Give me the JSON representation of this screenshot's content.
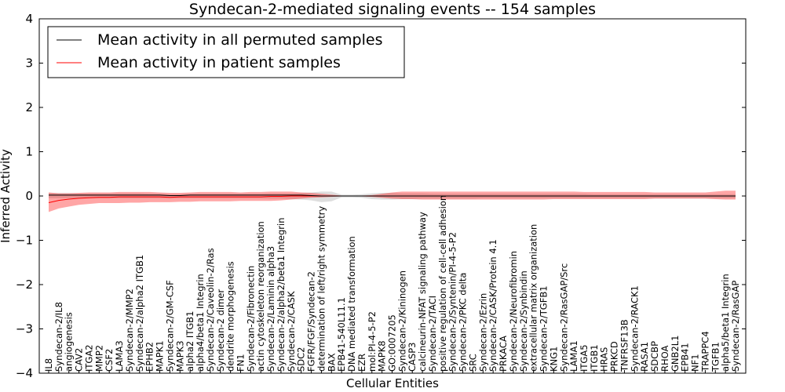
{
  "chart_data": {
    "type": "line",
    "title": "Syndecan-2-mediated signaling events -- 154 samples",
    "xlabel": "Cellular Entities",
    "ylabel": "Inferred Activity",
    "ylim": [
      -4,
      4
    ],
    "yticks": [
      4,
      3,
      2,
      1,
      0,
      -1,
      -2,
      -3,
      -4
    ],
    "ytick_labels": [
      "4",
      "3",
      "2",
      "1",
      "0",
      "−1",
      "−2",
      "−3",
      "−4"
    ],
    "grid": false,
    "legend_position": "top-left",
    "categories": [
      "IL8",
      "Syndecan-2/IL8",
      "angiogenesis",
      "CAV2",
      "ITGA2",
      "MMP2",
      "CSF2",
      "LAMA3",
      "Syndecan-2/MMP2",
      "Syndecan-2/alpha2 ITGB1",
      "EPHB2",
      "MAPK1",
      "Syndecan-2/GM-CSF",
      "MAPK3",
      "alpha2 ITGB1",
      "alpha4/beta1 Integrin",
      "Syndecan-2/Caveolin-2/Ras",
      "Syndecan-2 dimer",
      "dendrite morphogenesis",
      "FN1",
      "Syndecan-2/Fibronectin",
      "actin cytoskeleton reorganization",
      "Syndecan-2/Laminin alpha3",
      "Syndecan-2/alpha2/beta1 Integrin",
      "Syndecan-2/CASK",
      "SDC2",
      "FGFR/FGF/Syndecan-2",
      "determination of left/right symmetry",
      "BAX",
      "EPB41-540L11.1",
      "DNA mediated transformation",
      "EZR",
      "mol:PI-4-5-P2",
      "MAPK8",
      "GO:0007205",
      "Syndecan-2/Kininogen",
      "CASP3",
      "calcineurin-NFAT signaling pathway",
      "Syndecan-2/TACI",
      "positive regulation of cell-cell adhesion",
      "Syndecan-2/Syntenin/PI-4-5-P2",
      "Syndecan-2/PKC delta",
      "SRC",
      "Syndecan-2/Ezrin",
      "Syndecan-2/CASK/Protein 4.1",
      "PRKACA",
      "Syndecan-2/Neurofibromin",
      "Syndecan-2/Synbindin",
      "extracellular matrix organization",
      "Syndecan-2/TGFB1",
      "KNG1",
      "Syndecan-2/RasGAP/Src",
      "LAMA1",
      "ITGA5",
      "ITGB1",
      "HRAS",
      "PRKCD",
      "TNFRSF13B",
      "Syndecan-2/RACK1",
      "RASA1",
      "SDCBP",
      "RHOA",
      "GNB2L1",
      "EPB41",
      "NF1",
      "TRAPPC4",
      "TGFB1",
      "alpha5/beta1 Integrin",
      "Syndecan-2/RasGAP"
    ],
    "series": [
      {
        "name": "Mean activity in all permuted samples",
        "color": "#000000",
        "values": [
          0.02,
          0.02,
          0.02,
          0.02,
          0.02,
          0.02,
          0.02,
          0.02,
          0.02,
          0.02,
          0.02,
          0.02,
          0.01,
          0.01,
          0.02,
          0.02,
          0.02,
          0.02,
          0.02,
          0.02,
          0.02,
          0.02,
          0.02,
          0.02,
          0.02,
          0.02,
          0.01,
          0.0,
          0.0,
          0.0,
          0.0,
          0.0,
          0.0,
          0.0,
          0.0,
          0.0,
          0.0,
          0.0,
          0.0,
          0.0,
          0.0,
          0.0,
          0.0,
          0.0,
          0.0,
          0.0,
          0.0,
          0.0,
          0.0,
          0.0,
          0.0,
          0.0,
          0.0,
          0.0,
          0.0,
          0.0,
          0.0,
          0.0,
          0.0,
          0.0,
          0.0,
          0.0,
          0.0,
          0.0,
          0.0,
          0.0,
          0.0,
          0.0,
          0.0
        ],
        "band_upper": [
          0.07,
          0.07,
          0.07,
          0.06,
          0.06,
          0.06,
          0.06,
          0.06,
          0.06,
          0.06,
          0.05,
          0.05,
          0.04,
          0.04,
          0.05,
          0.05,
          0.05,
          0.05,
          0.05,
          0.05,
          0.05,
          0.05,
          0.06,
          0.06,
          0.06,
          0.07,
          0.08,
          0.1,
          0.1,
          0.03,
          0.03,
          0.04,
          0.06,
          0.07,
          0.07,
          0.06,
          0.06,
          0.06,
          0.05,
          0.05,
          0.05,
          0.05,
          0.05,
          0.05,
          0.05,
          0.05,
          0.05,
          0.05,
          0.05,
          0.05,
          0.05,
          0.05,
          0.05,
          0.05,
          0.04,
          0.04,
          0.04,
          0.04,
          0.04,
          0.04,
          0.04,
          0.04,
          0.04,
          0.04,
          0.04,
          0.04,
          0.04,
          0.04,
          0.04
        ],
        "band_lower": [
          -0.05,
          -0.05,
          -0.05,
          -0.05,
          -0.05,
          -0.05,
          -0.05,
          -0.05,
          -0.05,
          -0.05,
          -0.05,
          -0.05,
          -0.05,
          -0.05,
          -0.05,
          -0.05,
          -0.05,
          -0.05,
          -0.05,
          -0.05,
          -0.05,
          -0.05,
          -0.06,
          -0.06,
          -0.07,
          -0.08,
          -0.1,
          -0.14,
          -0.12,
          -0.03,
          -0.03,
          -0.04,
          -0.07,
          -0.08,
          -0.08,
          -0.07,
          -0.07,
          -0.06,
          -0.06,
          -0.06,
          -0.06,
          -0.06,
          -0.06,
          -0.05,
          -0.05,
          -0.05,
          -0.05,
          -0.05,
          -0.05,
          -0.05,
          -0.05,
          -0.05,
          -0.05,
          -0.05,
          -0.05,
          -0.05,
          -0.05,
          -0.05,
          -0.05,
          -0.05,
          -0.05,
          -0.05,
          -0.05,
          -0.05,
          -0.05,
          -0.05,
          -0.05,
          -0.05,
          -0.05
        ]
      },
      {
        "name": "Mean activity in patient samples",
        "color": "#ff0000",
        "values": [
          -0.15,
          -0.1,
          -0.07,
          -0.05,
          -0.04,
          -0.03,
          -0.03,
          -0.02,
          -0.02,
          -0.02,
          -0.02,
          -0.02,
          -0.03,
          -0.02,
          -0.02,
          -0.02,
          -0.02,
          -0.02,
          -0.02,
          -0.02,
          -0.02,
          -0.02,
          -0.01,
          -0.01,
          0.0,
          0.0,
          0.0,
          0.0,
          0.0,
          0.0,
          0.0,
          0.0,
          0.0,
          0.0,
          0.0,
          0.0,
          0.0,
          0.0,
          0.0,
          0.0,
          0.0,
          0.0,
          0.0,
          0.0,
          0.0,
          0.0,
          0.0,
          0.0,
          0.0,
          0.0,
          0.0,
          0.0,
          0.0,
          0.0,
          0.0,
          0.0,
          0.0,
          0.0,
          0.0,
          0.0,
          0.0,
          0.0,
          0.0,
          0.0,
          0.0,
          0.0,
          0.0,
          0.0,
          0.0
        ],
        "band_upper": [
          0.08,
          0.06,
          0.06,
          0.07,
          0.08,
          0.08,
          0.08,
          0.09,
          0.09,
          0.09,
          0.09,
          0.08,
          0.07,
          0.07,
          0.08,
          0.09,
          0.09,
          0.09,
          0.09,
          0.08,
          0.09,
          0.09,
          0.1,
          0.1,
          0.1,
          0.08,
          0.07,
          0.05,
          0.03,
          0.01,
          0.01,
          0.01,
          0.02,
          0.05,
          0.08,
          0.1,
          0.1,
          0.1,
          0.1,
          0.1,
          0.1,
          0.1,
          0.1,
          0.1,
          0.1,
          0.1,
          0.1,
          0.1,
          0.1,
          0.1,
          0.1,
          0.1,
          0.1,
          0.09,
          0.09,
          0.09,
          0.09,
          0.09,
          0.09,
          0.09,
          0.08,
          0.08,
          0.08,
          0.08,
          0.08,
          0.08,
          0.1,
          0.12,
          0.12
        ],
        "band_lower": [
          -0.36,
          -0.28,
          -0.24,
          -0.2,
          -0.18,
          -0.16,
          -0.16,
          -0.16,
          -0.15,
          -0.15,
          -0.14,
          -0.14,
          -0.14,
          -0.13,
          -0.13,
          -0.12,
          -0.12,
          -0.12,
          -0.12,
          -0.11,
          -0.11,
          -0.11,
          -0.11,
          -0.1,
          -0.08,
          -0.06,
          -0.04,
          -0.03,
          -0.02,
          -0.01,
          -0.01,
          -0.01,
          -0.02,
          -0.04,
          -0.06,
          -0.07,
          -0.07,
          -0.08,
          -0.08,
          -0.08,
          -0.08,
          -0.08,
          -0.08,
          -0.08,
          -0.08,
          -0.08,
          -0.08,
          -0.08,
          -0.08,
          -0.08,
          -0.07,
          -0.07,
          -0.07,
          -0.07,
          -0.07,
          -0.07,
          -0.07,
          -0.07,
          -0.07,
          -0.07,
          -0.06,
          -0.06,
          -0.06,
          -0.06,
          -0.06,
          -0.06,
          -0.07,
          -0.08,
          -0.08
        ]
      }
    ]
  }
}
